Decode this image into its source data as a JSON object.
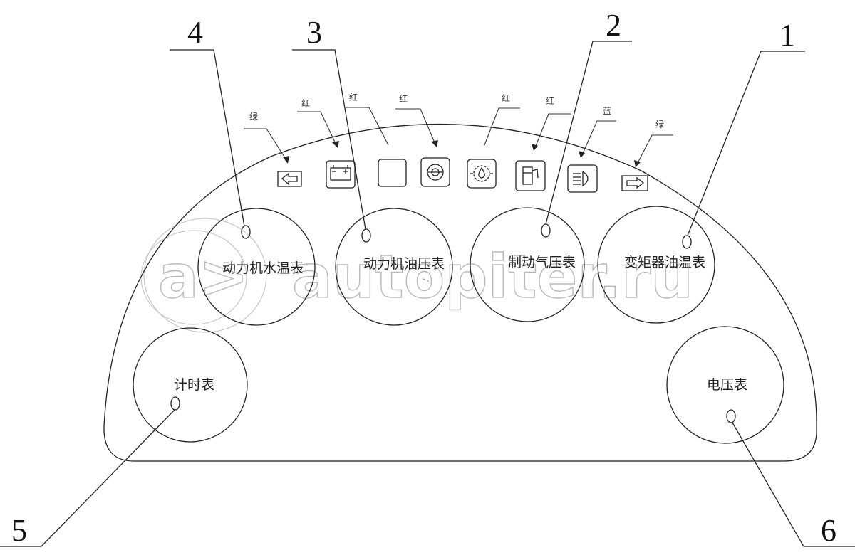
{
  "callouts": [
    "1",
    "2",
    "3",
    "4",
    "5",
    "6"
  ],
  "gauges": {
    "water_temp": "动力机水温表",
    "oil_pressure": "动力机油压表",
    "brake_air": "制动气压表",
    "converter_oil_temp": "变矩器油温表",
    "timer": "计时表",
    "voltmeter": "电压表"
  },
  "indicator_colors": {
    "left_turn": "绿",
    "battery": "红",
    "blank": "红",
    "parking_brake": "红",
    "oil_pressure": "红",
    "fuel": "红",
    "high_beam": "蓝",
    "right_turn": "绿"
  },
  "icons": [
    "left-turn-arrow-icon",
    "battery-icon",
    "blank-indicator-icon",
    "parking-brake-icon",
    "oil-pressure-icon",
    "fuel-pump-icon",
    "high-beam-icon",
    "right-turn-arrow-icon"
  ],
  "watermark": "autopiter.ru"
}
